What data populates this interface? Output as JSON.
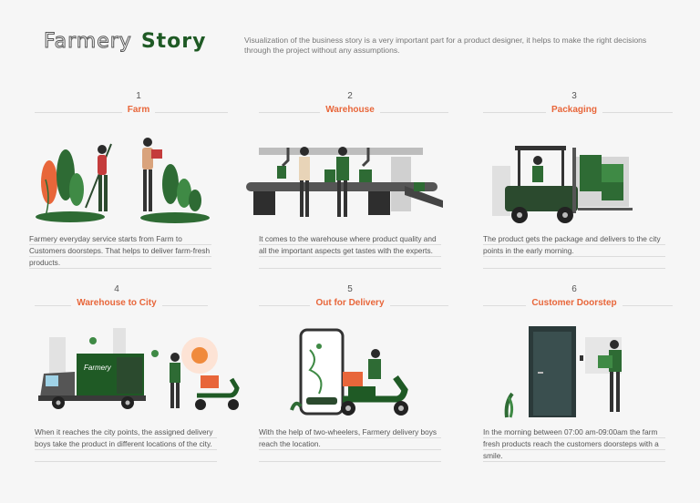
{
  "header": {
    "title_part1": "Farmery",
    "title_part2": "Story",
    "subtitle": "Visualization of the business story is a very important part for a product designer, it helps to make the right decisions through the project without any assumptions."
  },
  "steps": [
    {
      "number": "1",
      "title": "Farm",
      "description": "Farmery everyday service starts from Farm to Customers doorsteps. That helps to deliver farm-fresh products."
    },
    {
      "number": "2",
      "title": "Warehouse",
      "description": "It comes to the warehouse where product quality and all the important aspects get tastes with the experts."
    },
    {
      "number": "3",
      "title": "Packaging",
      "description": "The product gets the package and delivers to the city points in the early morning."
    },
    {
      "number": "4",
      "title": "Warehouse to City",
      "description": "When it reaches the city points, the assigned delivery boys take the product in different locations of the city."
    },
    {
      "number": "5",
      "title": "Out for Delivery",
      "description": "With the help of two-wheelers, Farmery delivery boys reach the location."
    },
    {
      "number": "6",
      "title": "Customer Doorstep",
      "description": "In the morning between 07:00 am-09:00am the farm fresh products reach the customers doorsteps with a smile."
    }
  ],
  "illustrations": {
    "truck_brand": "Farmery"
  },
  "colors": {
    "accent": "#e8663a",
    "brand_green": "#1f5a25",
    "dark_green": "#2b4a2e",
    "light_green": "#3f8a45"
  }
}
